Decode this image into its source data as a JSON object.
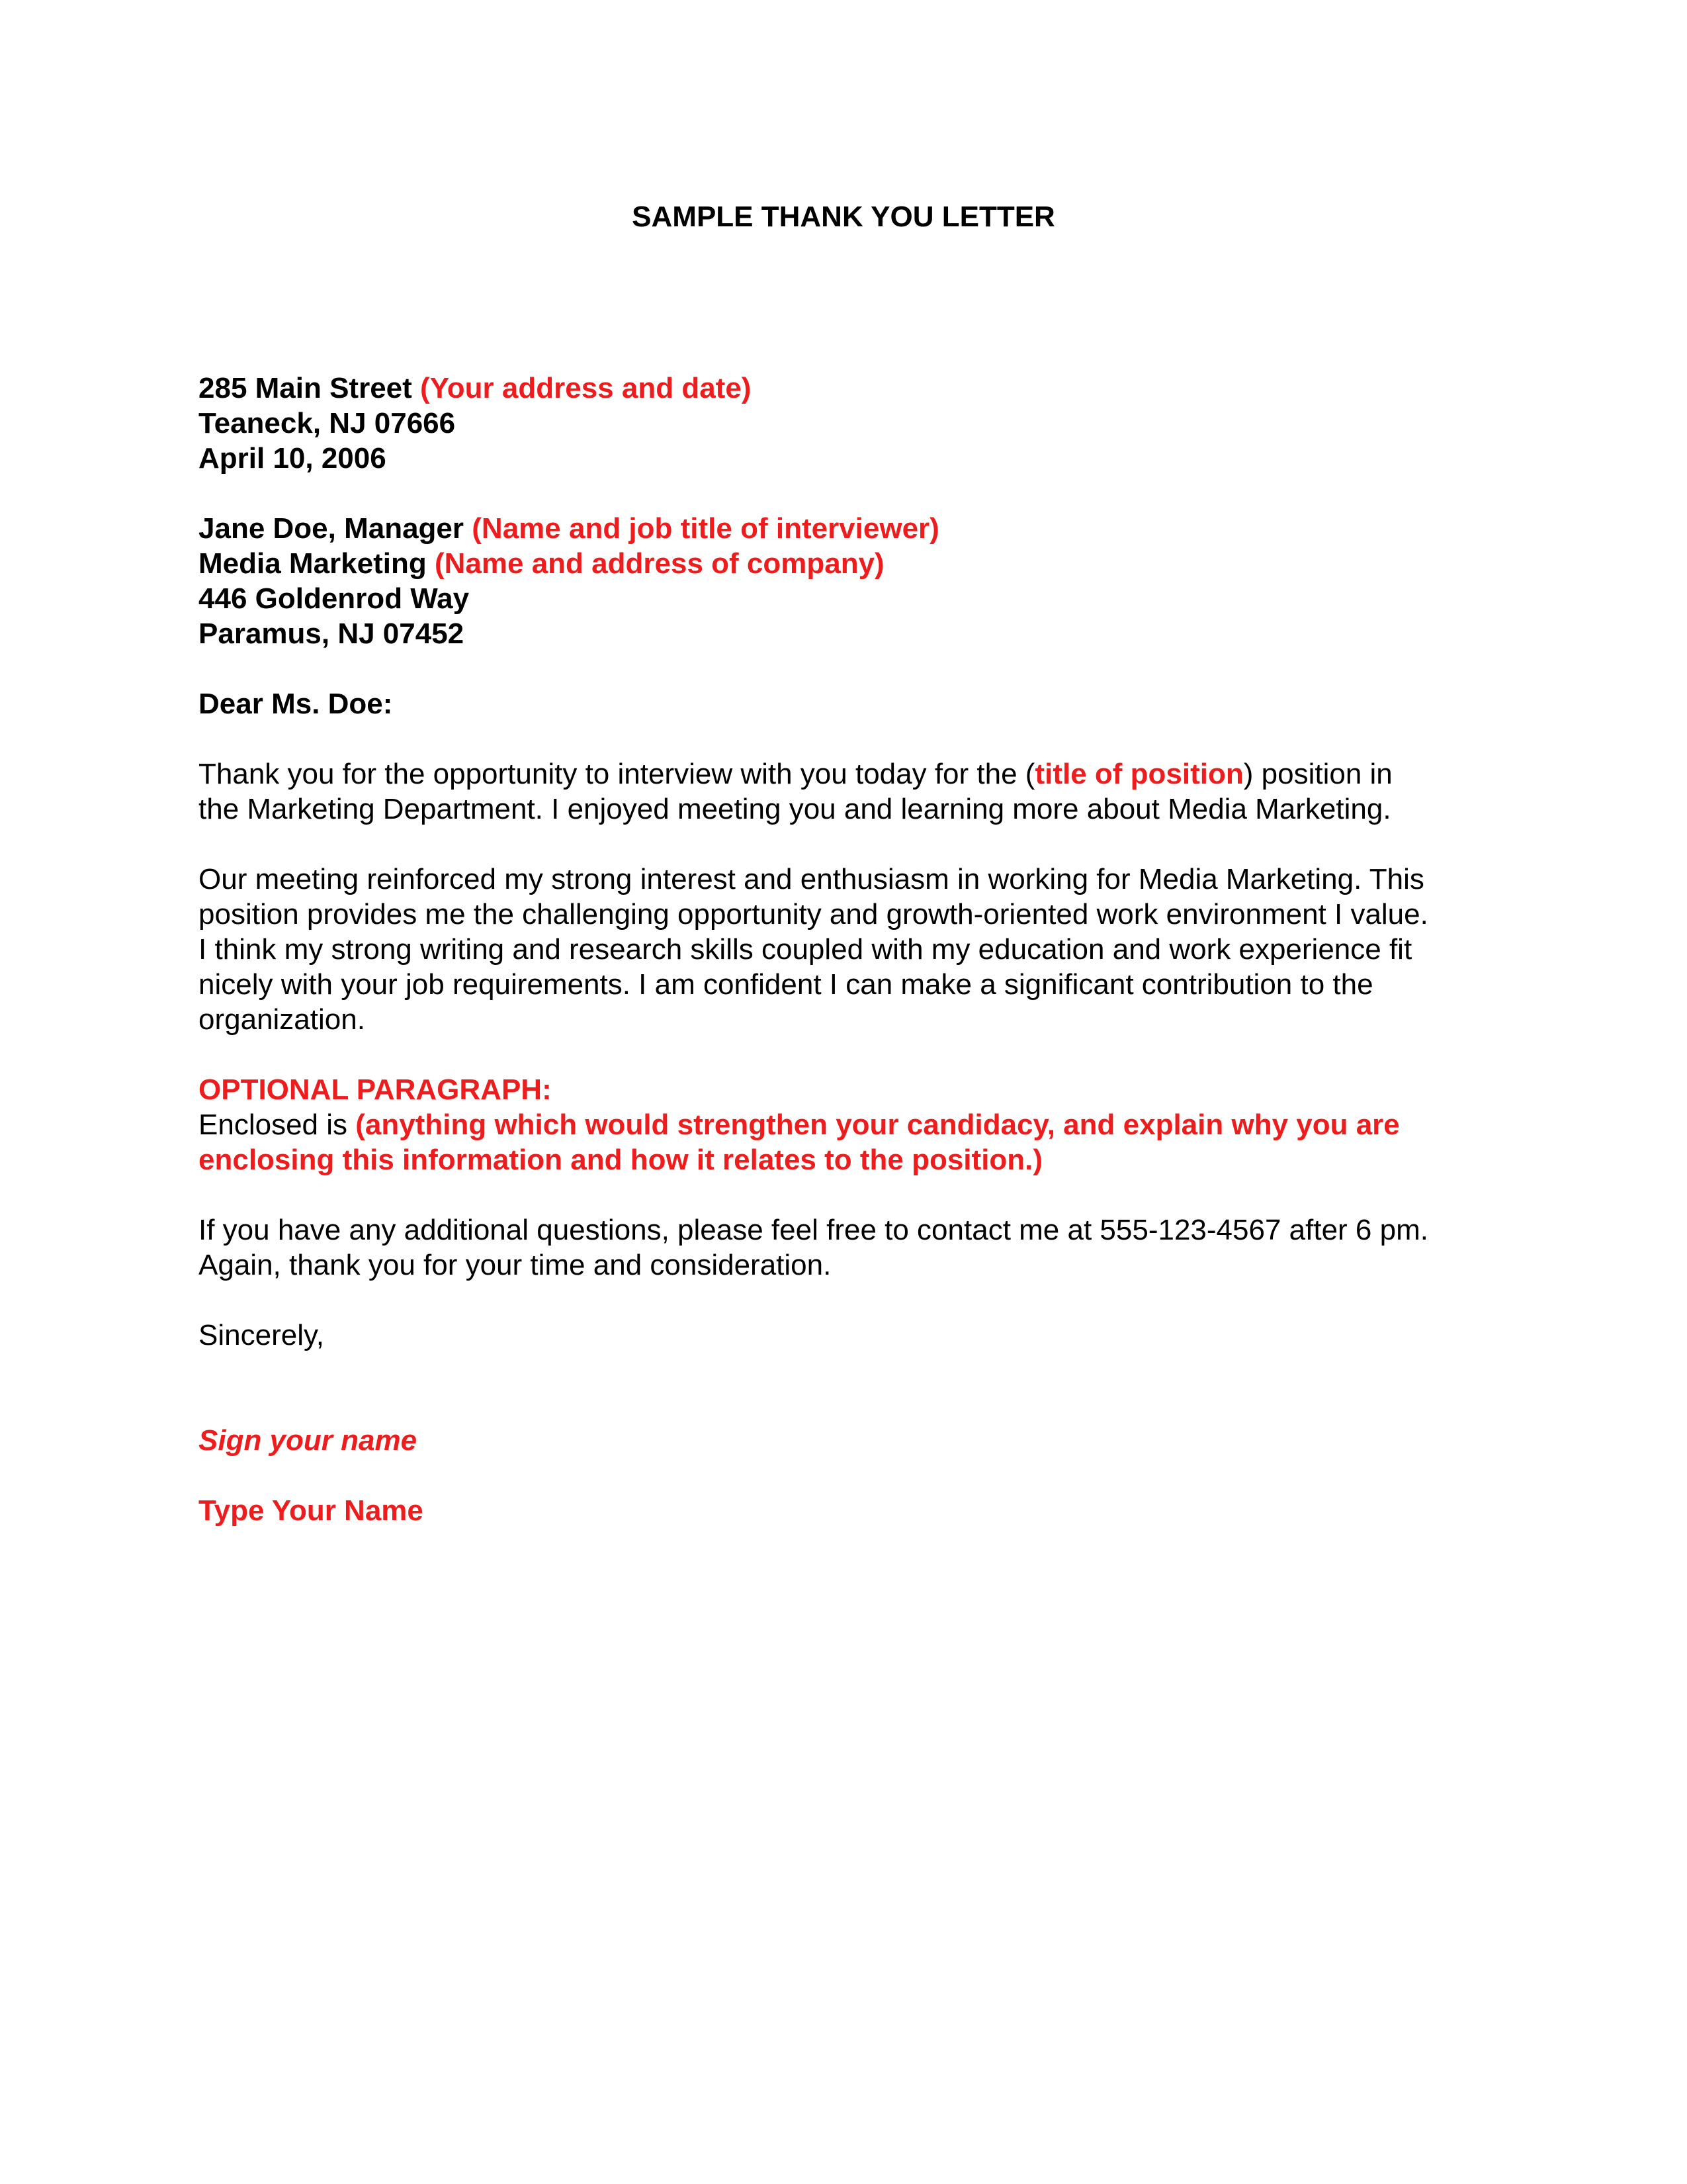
{
  "title": "SAMPLE THANK YOU LETTER",
  "sender": {
    "street": "285 Main Street",
    "street_note": "(Your address and date)",
    "city": "Teaneck, NJ  07666",
    "date": "April 10, 2006"
  },
  "recipient": {
    "name": "Jane Doe, Manager",
    "name_note": "(Name and job title of interviewer)",
    "company": "Media Marketing",
    "company_note": "(Name and address of company)",
    "street": "446 Goldenrod Way",
    "city": "Paramus, NJ  07452"
  },
  "salutation": "Dear Ms. Doe:",
  "paragraph1": {
    "line1_a": "Thank you for the opportunity to interview with you today for the (",
    "line1_highlight": "title of position",
    "line1_b": ") position in",
    "line2": "the Marketing Department.  I enjoyed meeting you and learning more about Media Marketing."
  },
  "paragraph2": {
    "line1": "Our meeting reinforced my strong interest and enthusiasm in working for Media Marketing.  This",
    "line2": "position provides me the challenging opportunity and growth-oriented work environment I value.",
    "line3": "I think my strong writing and research skills coupled with my education and work experience fit",
    "line4": "nicely with your job requirements.  I am confident I can make a significant contribution to the",
    "line5": "organization."
  },
  "optional": {
    "heading": "OPTIONAL PARAGRAPH:",
    "lead": "Enclosed is ",
    "note_line1": "(anything which would strengthen your candidacy, and explain why you are",
    "note_line2": "enclosing this information and how it relates to the position.)"
  },
  "paragraph3": {
    "line1": "If you have any additional questions, please feel free to contact me at 555-123-4567 after 6 pm.",
    "line2": "Again, thank you for your time and consideration."
  },
  "closing": "Sincerely,",
  "signature_note": "Sign your name",
  "typed_name_note": "Type Your Name"
}
